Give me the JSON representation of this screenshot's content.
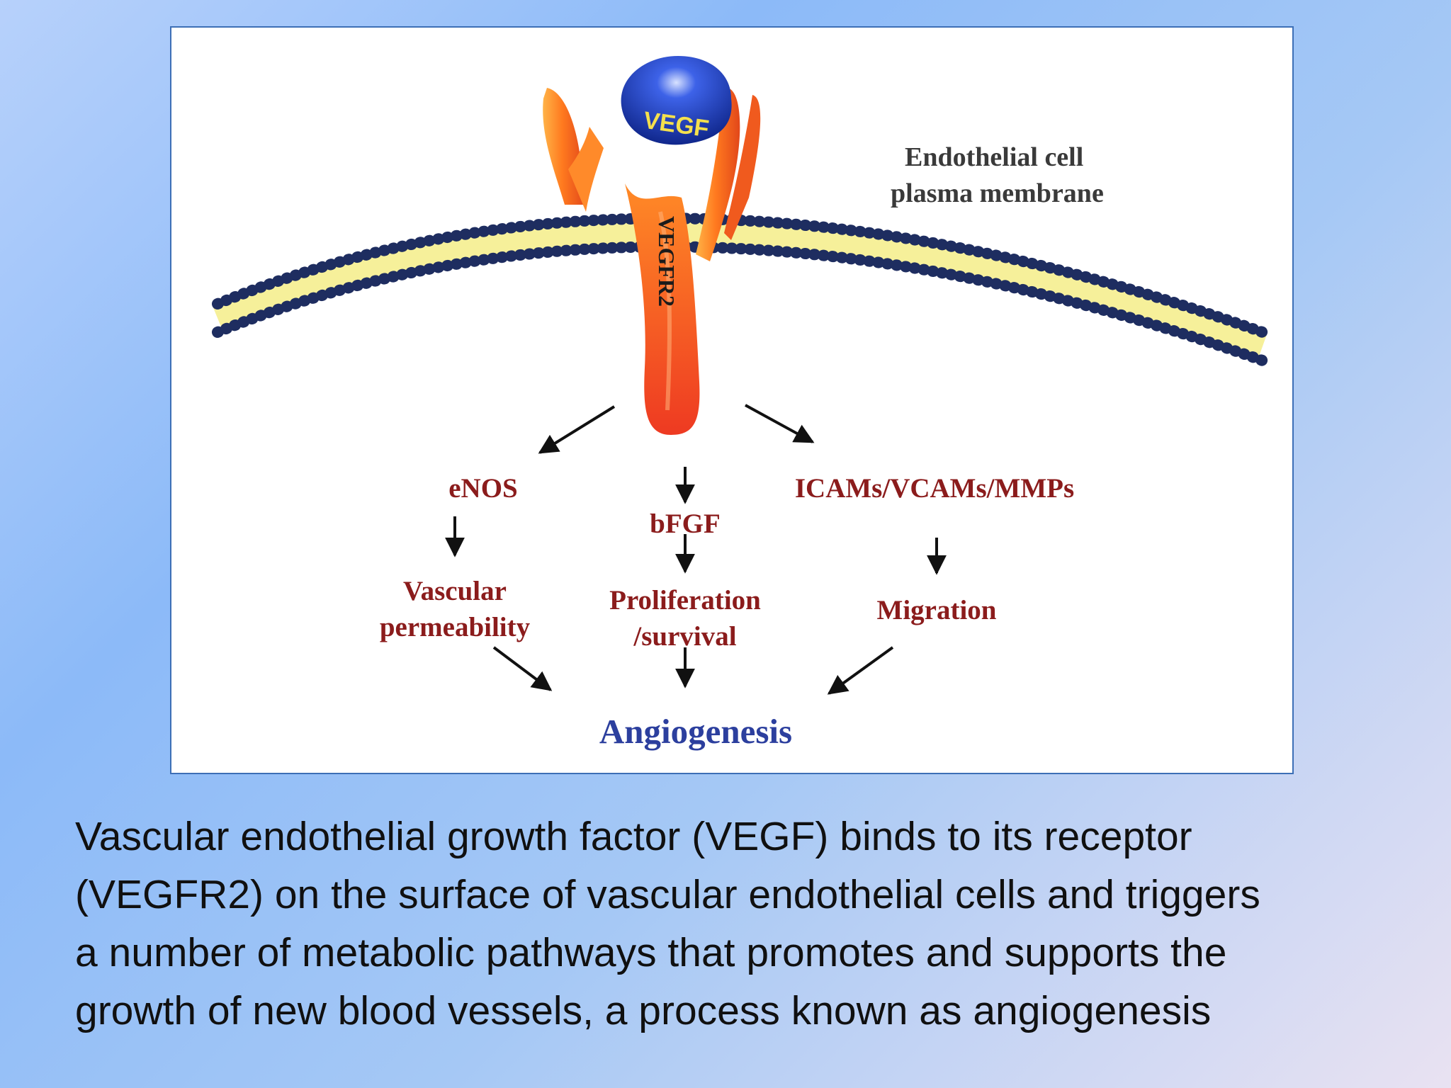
{
  "figure": {
    "ligand_label": "VEGF",
    "receptor_label": "VEGFR2",
    "membrane_label": [
      "Endothelial cell",
      "plasma membrane"
    ],
    "pathways": [
      {
        "mediator": "eNOS",
        "effect": [
          "Vascular",
          "permeability"
        ]
      },
      {
        "mediator": "bFGF",
        "effect": [
          "Proliferation",
          "/survival"
        ]
      },
      {
        "mediator": "ICAMs/VCAMs/MMPs",
        "effect": [
          "Migration"
        ]
      }
    ],
    "outcome": "Angiogenesis",
    "colors": {
      "ligand": "#1a3fb8",
      "receptor": "#f26a1b",
      "membrane_heads": "#1e2d60",
      "membrane_core": "#f6f09a",
      "pathway_text": "#8b1c1c",
      "outcome_text": "#2c3f9e",
      "frame_border": "#3d6fb6"
    }
  },
  "caption_lines": [
    "Vascular endothelial growth factor (VEGF) binds to its receptor",
    "(VEGFR2) on the surface of vascular endothelial cells and triggers",
    "a number of metabolic pathways that promotes and supports the",
    "growth of new blood vessels, a process known as angiogenesis"
  ]
}
